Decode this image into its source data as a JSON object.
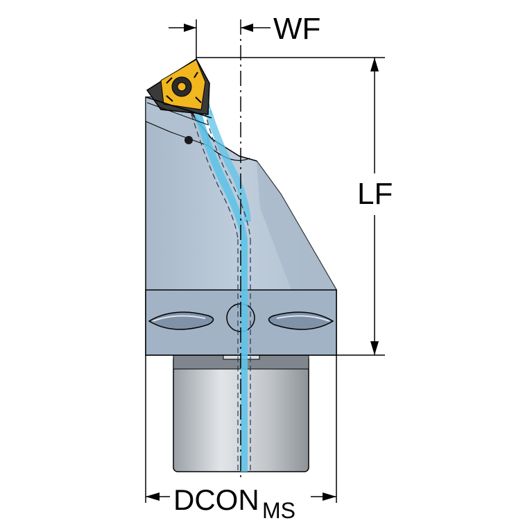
{
  "dimensions": {
    "wf": "WF",
    "lf": "LF",
    "dcon": "DCON",
    "dcon_subscript": "MS"
  },
  "colors": {
    "body": "#b8c6d6",
    "body_dark": "#8fa2b8",
    "shank": "#c4c8cc",
    "coolant": "#5ec3e8",
    "insert": "#f2b61e",
    "outline": "#000000"
  }
}
